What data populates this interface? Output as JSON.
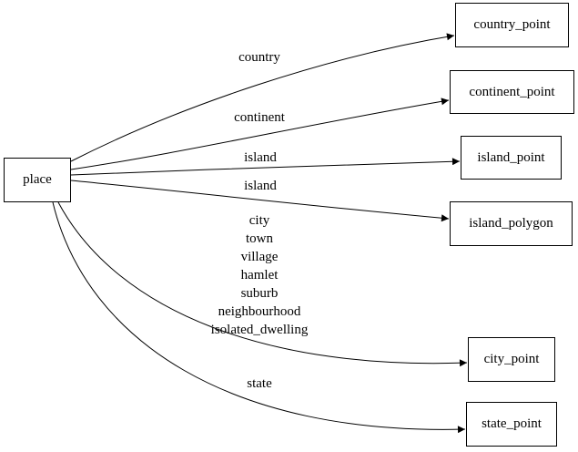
{
  "diagram": {
    "type": "directed-graph",
    "colors": {
      "background": "#ffffff",
      "node_fill": "#ffffff",
      "node_border": "#000000",
      "edge_stroke": "#000000",
      "text": "#000000"
    },
    "nodes": [
      {
        "id": "place",
        "label": "place"
      },
      {
        "id": "country_point",
        "label": "country_point"
      },
      {
        "id": "continent_point",
        "label": "continent_point"
      },
      {
        "id": "island_point",
        "label": "island_point"
      },
      {
        "id": "island_polygon",
        "label": "island_polygon"
      },
      {
        "id": "city_point",
        "label": "city_point"
      },
      {
        "id": "state_point",
        "label": "state_point"
      }
    ],
    "edges": [
      {
        "from": "place",
        "to": "country_point",
        "label": "country"
      },
      {
        "from": "place",
        "to": "continent_point",
        "label": "continent"
      },
      {
        "from": "place",
        "to": "island_point",
        "label": "island"
      },
      {
        "from": "place",
        "to": "island_polygon",
        "label": "island"
      },
      {
        "from": "place",
        "to": "city_point",
        "label": "city\ntown\nvillage\nhamlet\nsuburb\nneighbourhood\nisolated_dwelling"
      },
      {
        "from": "place",
        "to": "state_point",
        "label": "state"
      }
    ]
  }
}
